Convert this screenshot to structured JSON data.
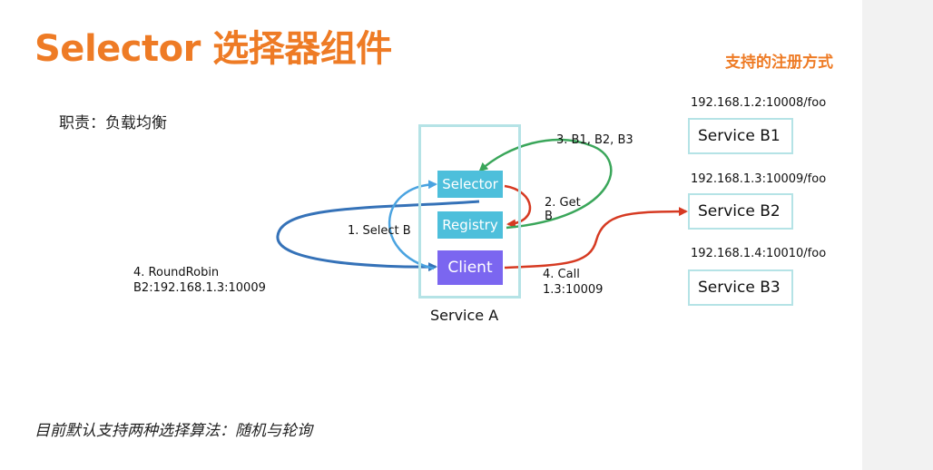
{
  "header": {
    "title": "Selector 选择器组件",
    "registration_link": "支持的注册方式"
  },
  "duty": "职责：负载均衡",
  "footer": "目前默认支持两种选择算法：随机与轮询",
  "service_a": {
    "label": "Service A",
    "components": {
      "selector": "Selector",
      "registry": "Registry",
      "client": "Client"
    }
  },
  "services": [
    {
      "address": "192.168.1.2:10008/foo",
      "label": "Service B1"
    },
    {
      "address": "192.168.1.3:10009/foo",
      "label": "Service B2"
    },
    {
      "address": "192.168.1.4:10010/foo",
      "label": "Service B3"
    }
  ],
  "steps": {
    "select": "1. Select B",
    "get_line1": "2. Get",
    "get_line2": "B",
    "result": "3. B1, B2, B3",
    "roundrobin_line1": "4. RoundRobin",
    "roundrobin_line2": "B2:192.168.1.3:10009",
    "call_line1": "4. Call",
    "call_line2": "1.3:10009"
  },
  "colors": {
    "accent": "#ee7b25",
    "arrow_blue": "#3572b8",
    "arrow_light_blue": "#4aa3e0",
    "arrow_red": "#d63a22",
    "arrow_green": "#3aa65a",
    "box_teal": "#4dbfdb",
    "box_purple": "#7b66f0",
    "frame_border": "#b5e3e6"
  }
}
